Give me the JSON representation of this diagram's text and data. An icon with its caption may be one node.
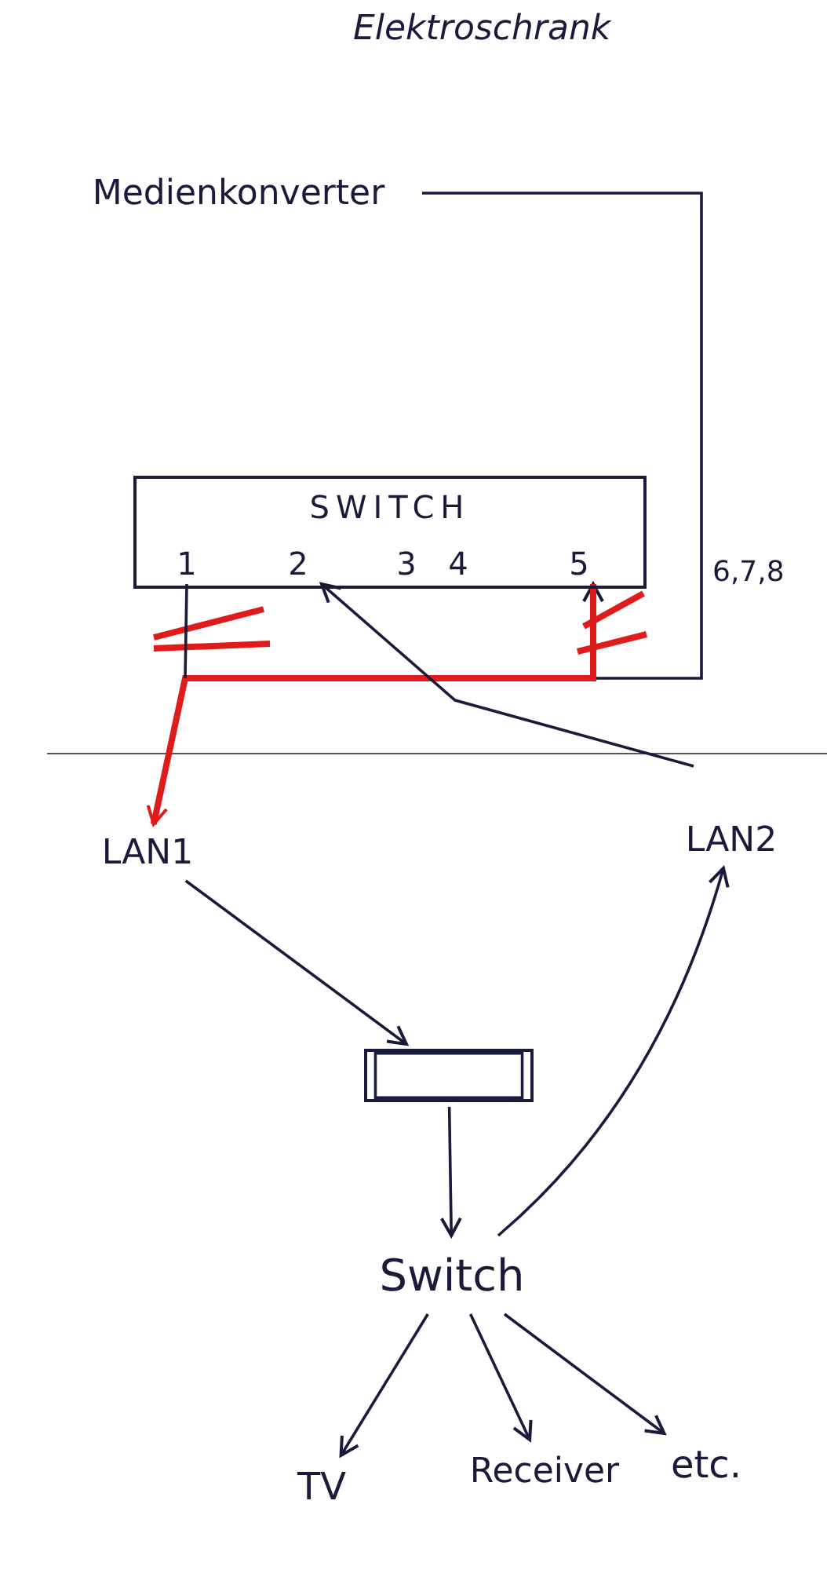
{
  "diagram": {
    "title": "Elektroschrank",
    "nodes": [
      {
        "text": [
          "Medienkonverter"
        ]
      },
      {
        "text": [
          "SWITCH"
        ]
      },
      {
        "text": [
          "1"
        ],
        "in": 1
      },
      {
        "text": [
          "2"
        ],
        "in": 1
      },
      {
        "text": [
          "3"
        ],
        "in": 1
      },
      {
        "text": [
          "4"
        ],
        "in": 1
      },
      {
        "text": [
          "5"
        ],
        "in": 1
      },
      {
        "text": [
          "LAN1"
        ]
      },
      {
        "text": [
          "LAN2"
        ]
      },
      {
        "text": [],
        "shape": "box"
      },
      {
        "text": [
          "Switch"
        ]
      },
      {
        "text": [
          "TV"
        ]
      },
      {
        "text": [
          "Receiver"
        ]
      },
      {
        "text": [
          "etc."
        ]
      }
    ],
    "edges": [
      {
        "from": 0,
        "to": 6,
        "arrow": "to"
      },
      {
        "from": 6,
        "to": 7,
        "arrow": "to",
        "style": "thick",
        "color": "#e01b1b"
      },
      {
        "from": 2,
        "to": null,
        "arrow": "none"
      },
      {
        "from": null,
        "to": 3,
        "arrow": "to"
      },
      {
        "from": 7,
        "to": 9,
        "arrow": "to"
      },
      {
        "from": 9,
        "to": 10,
        "arrow": "to"
      },
      {
        "from": 10,
        "to": 8,
        "arrow": "to"
      },
      {
        "from": 10,
        "to": 11,
        "arrow": "to"
      },
      {
        "from": 10,
        "to": 12,
        "arrow": "to"
      },
      {
        "from": 10,
        "to": 13,
        "arrow": "to"
      }
    ],
    "labels": [
      "6,7,8"
    ]
  }
}
